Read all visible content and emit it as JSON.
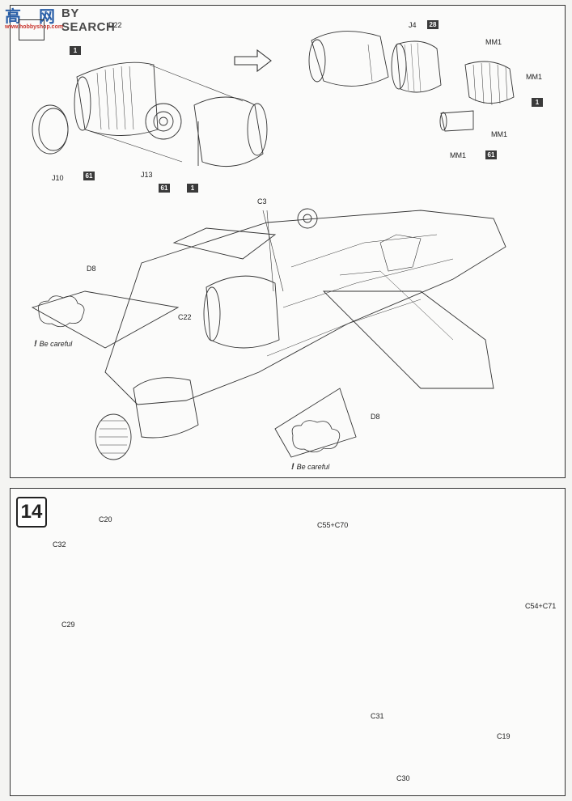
{
  "watermark": {
    "brand_cn": "高",
    "brand_glyph2": "网",
    "brand_en": "BY SEARCH",
    "url": "www.hobbyshop.com"
  },
  "step13": {
    "parts": {
      "d22": "D22",
      "j10": "J10",
      "j13": "J13",
      "j4": "J4",
      "mm1_a": "MM1",
      "mm1_b": "MM1",
      "mm1_c": "MM1",
      "mm1_d": "MM1",
      "c3": "C3",
      "c22": "C22",
      "d8_a": "D8",
      "d8_b": "D8"
    },
    "badges": {
      "b1_a": "1",
      "b61_a": "61",
      "b61_b": "61",
      "b1_b": "1",
      "b28": "28",
      "b1_c": "1",
      "b61_c": "61"
    },
    "caution_a": "Be careful",
    "caution_b": "Be careful",
    "caution_mark": "!"
  },
  "step14": {
    "number": "14",
    "parts": {
      "c20": "C20",
      "c32": "C32",
      "c29": "C29",
      "c55_c70": "C55+C70",
      "c54_c71": "C54+C71",
      "c31": "C31",
      "c19": "C19",
      "c30": "C30"
    }
  }
}
